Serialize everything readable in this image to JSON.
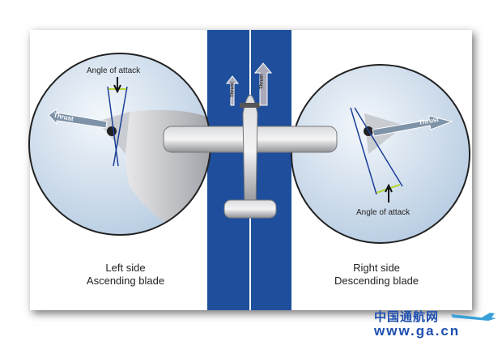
{
  "left_panel": {
    "caption_line1": "Left side",
    "caption_line2": "Ascending blade",
    "angle_label": "Angle of attack",
    "thrust_label": "Thrust"
  },
  "right_panel": {
    "caption_line1": "Right side",
    "caption_line2": "Descending blade",
    "angle_label": "Angle of attack",
    "thrust_label": "Thrust"
  },
  "center": {
    "left_thrust_label": "Thrust",
    "right_thrust_label": "Thrust"
  },
  "watermark": {
    "name": "中国通航网",
    "url": "www.ga.cn"
  },
  "colors": {
    "strip": "#1f4f9c",
    "blade_line": "#1d3f9a",
    "angle_marker": "#b5d334"
  }
}
